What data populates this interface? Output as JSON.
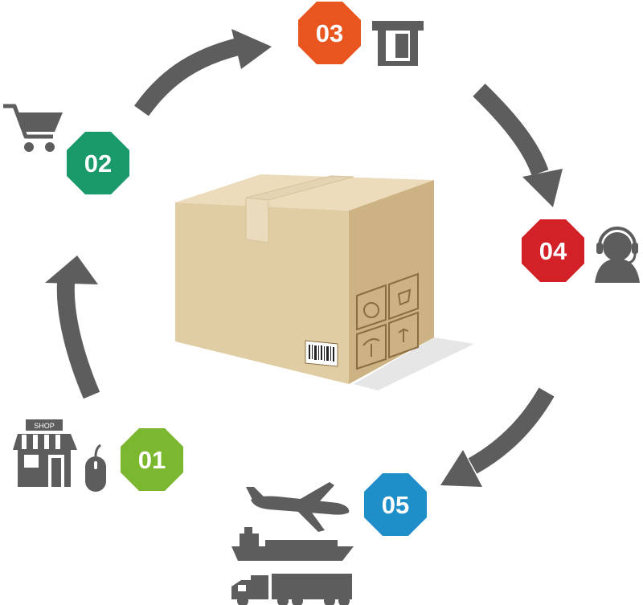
{
  "steps": [
    {
      "number": "01",
      "color": "#7cb82f",
      "icons": [
        "shop-icon",
        "mouse-icon"
      ]
    },
    {
      "number": "02",
      "color": "#1a9a6a",
      "icons": [
        "shopping-cart-icon"
      ]
    },
    {
      "number": "03",
      "color": "#e8551e",
      "icons": [
        "card-payment-icon"
      ]
    },
    {
      "number": "04",
      "color": "#d22127",
      "icons": [
        "customer-support-icon"
      ]
    },
    {
      "number": "05",
      "color": "#1e8fc9",
      "icons": [
        "airplane-icon",
        "ship-icon",
        "truck-icon"
      ]
    }
  ],
  "shop_sign": "SHOP",
  "center": {
    "icon": "cardboard-box-icon"
  },
  "colors": {
    "arrow": "#5d5d5d",
    "icon": "#5d5d5d",
    "box_front": "#e1cda3",
    "box_side": "#cdb383",
    "box_top": "#eddcbc"
  }
}
